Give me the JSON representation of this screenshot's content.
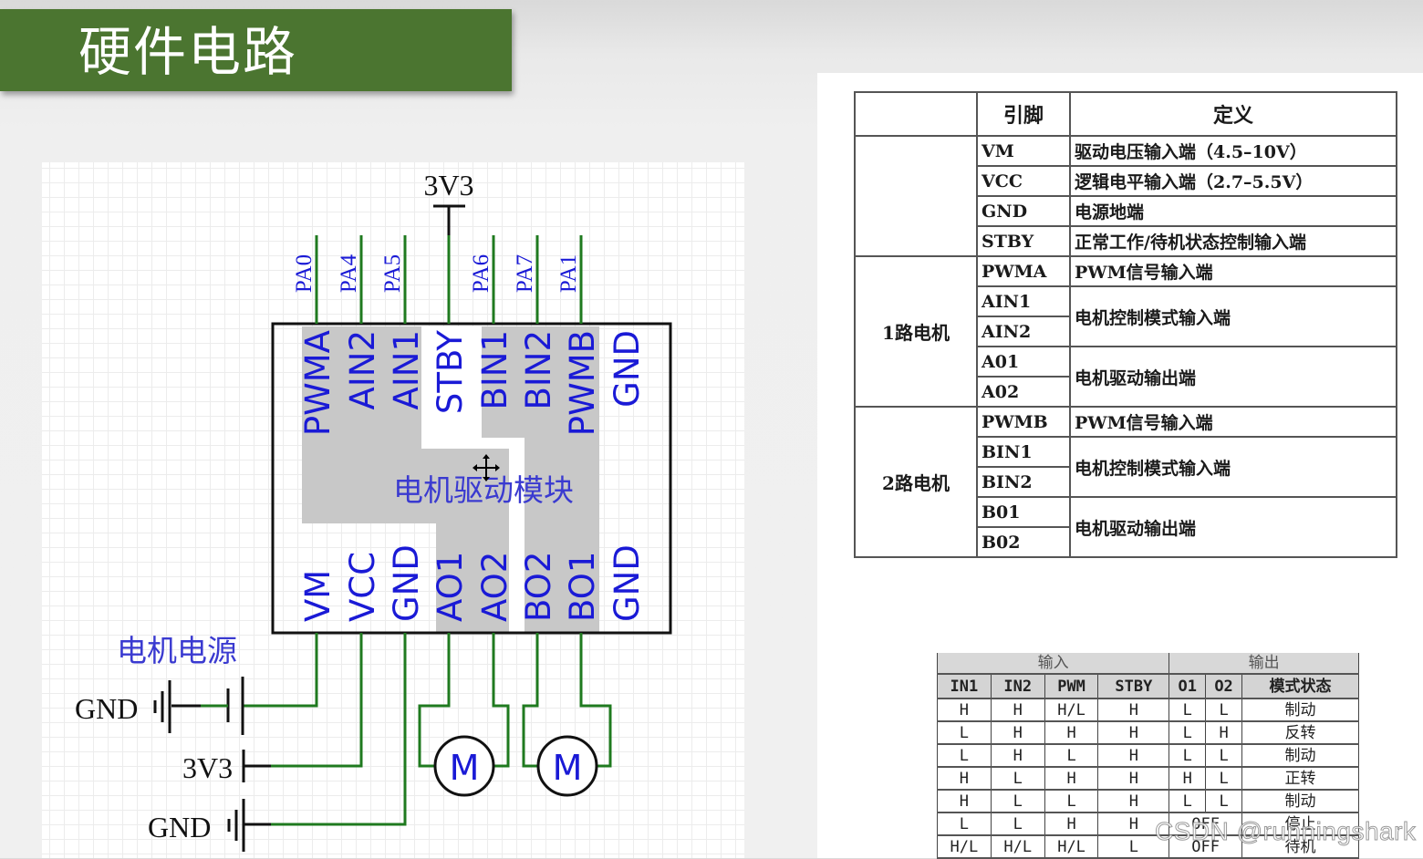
{
  "slide": {
    "title": "硬件电路",
    "title_bar_color": "#4b7530"
  },
  "schematic": {
    "module_label": "电机驱动模块",
    "supply_net_top": "3V3",
    "top_pins": [
      {
        "pin": "PWMA",
        "net": "PA0"
      },
      {
        "pin": "AIN2",
        "net": "PA4"
      },
      {
        "pin": "AIN1",
        "net": "PA5"
      },
      {
        "pin": "STBY",
        "net": ""
      },
      {
        "pin": "BIN1",
        "net": "PA6"
      },
      {
        "pin": "BIN2",
        "net": "PA7"
      },
      {
        "pin": "PWMB",
        "net": "PA1"
      },
      {
        "pin": "GND",
        "net": ""
      }
    ],
    "bottom_pins": [
      "VM",
      "VCC",
      "GND",
      "AO1",
      "AO2",
      "BO2",
      "BO1",
      "GND"
    ],
    "motor_power_label": "电机电源",
    "power_symbols": [
      {
        "label": "GND",
        "type": "ground"
      },
      {
        "label": "3V3",
        "type": "supply"
      },
      {
        "label": "GND",
        "type": "ground"
      }
    ],
    "motors": [
      {
        "label": "M"
      },
      {
        "label": "M"
      }
    ],
    "colors": {
      "wire": "#1f7a1f",
      "pin_text": "#1a1ad6",
      "module_fill": "#c8c8c8",
      "module_border": "#111111"
    }
  },
  "pin_table": {
    "headers": [
      "",
      "引脚",
      "定义"
    ],
    "groups": [
      {
        "group": "",
        "rows": [
          {
            "pin": "VM",
            "def": "驱动电压输入端（4.5–10V）"
          },
          {
            "pin": "VCC",
            "def": "逻辑电平输入端（2.7–5.5V）"
          },
          {
            "pin": "GND",
            "def": "电源地端"
          },
          {
            "pin": "STBY",
            "def": "正常工作/待机状态控制输入端"
          }
        ]
      },
      {
        "group": "1路电机",
        "rows": [
          {
            "pin": "PWMA",
            "def": "PWM信号输入端"
          },
          {
            "pin": "AIN1",
            "def": "电机控制模式输入端"
          },
          {
            "pin": "AIN2",
            "def": ""
          },
          {
            "pin": "A01",
            "def": "电机驱动输出端"
          },
          {
            "pin": "A02",
            "def": ""
          }
        ]
      },
      {
        "group": "2路电机",
        "rows": [
          {
            "pin": "PWMB",
            "def": "PWM信号输入端"
          },
          {
            "pin": "BIN1",
            "def": "电机控制模式输入端"
          },
          {
            "pin": "BIN2",
            "def": ""
          },
          {
            "pin": "B01",
            "def": "电机驱动输出端"
          },
          {
            "pin": "B02",
            "def": ""
          }
        ]
      }
    ]
  },
  "truth_table": {
    "group_headers": [
      "输入",
      "输出"
    ],
    "columns": [
      "IN1",
      "IN2",
      "PWM",
      "STBY",
      "O1",
      "O2",
      "模式状态"
    ],
    "rows": [
      [
        "H",
        "H",
        "H/L",
        "H",
        "L",
        "L",
        "制动"
      ],
      [
        "L",
        "H",
        "H",
        "H",
        "L",
        "H",
        "反转"
      ],
      [
        "L",
        "H",
        "L",
        "H",
        "L",
        "L",
        "制动"
      ],
      [
        "H",
        "L",
        "H",
        "H",
        "H",
        "L",
        "正转"
      ],
      [
        "H",
        "L",
        "L",
        "H",
        "L",
        "L",
        "制动"
      ],
      [
        "L",
        "L",
        "H",
        "H",
        "OFF",
        "",
        "停止"
      ],
      [
        "H/L",
        "H/L",
        "H/L",
        "L",
        "OFF",
        "",
        "待机"
      ]
    ]
  },
  "watermark": "CSDN @runningshark"
}
